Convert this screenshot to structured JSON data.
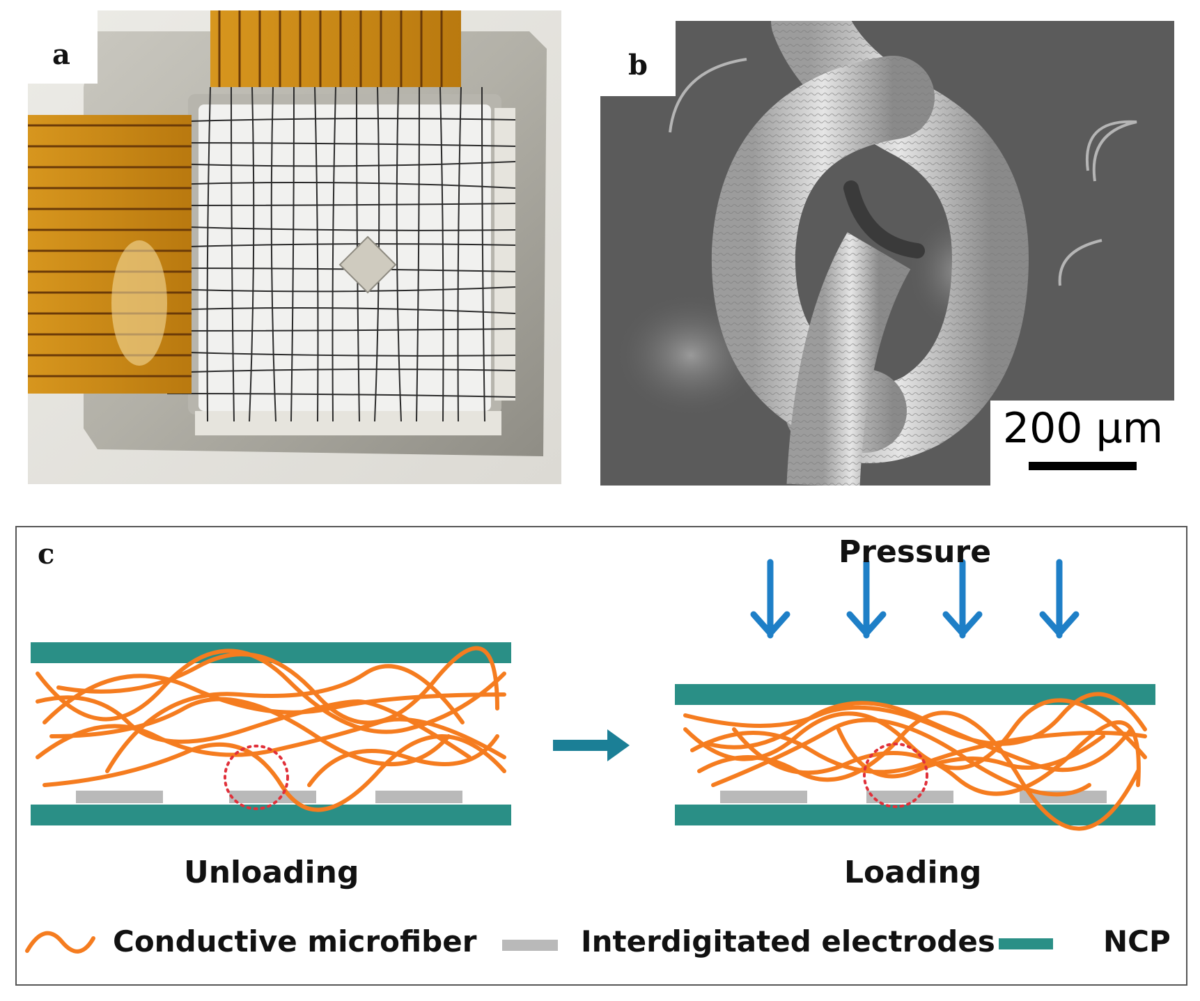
{
  "figure": {
    "panel_a": {
      "letter": "a"
    },
    "panel_b": {
      "letter": "b",
      "scale_bar_text": "200 µm"
    },
    "panel_c": {
      "letter": "c",
      "pressure_label": "Pressure",
      "unloading_label": "Unloading",
      "loading_label": "Loading",
      "legend": [
        {
          "icon": "orange-wave-icon",
          "label": "Conductive microfiber"
        },
        {
          "icon": "gray-bar-icon",
          "label": "Interdigitated electrodes"
        },
        {
          "icon": "teal-bar-icon",
          "label": "NCP"
        }
      ]
    }
  },
  "colors": {
    "ncp_teal": "#2a8f86",
    "fiber_orange": "#f57c1f",
    "electrode_gray": "#b9b9b9",
    "arrow_blue": "#1e7fc7",
    "transition_arrow": "#1b7f96",
    "contact_circle": "#e0303a",
    "kapton": "#c98a16",
    "frame_gray": "#b5b3a9",
    "sem_bg": "#5b5b5b"
  }
}
